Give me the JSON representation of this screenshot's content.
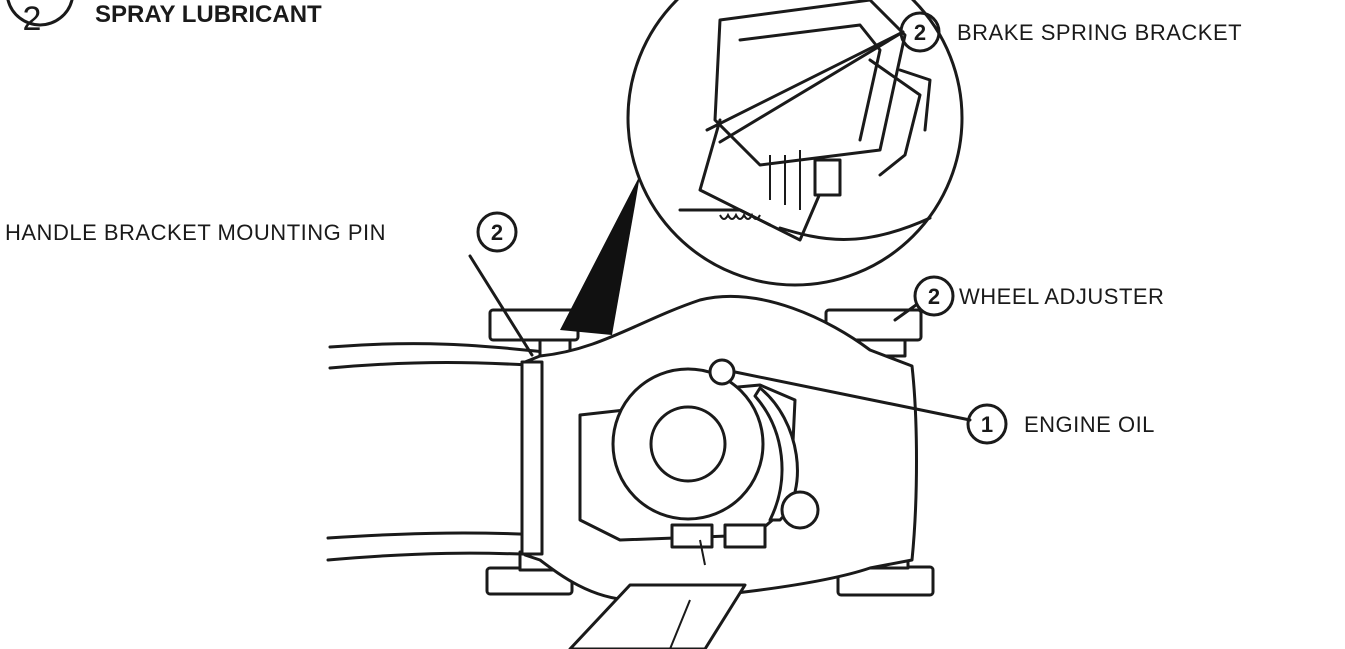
{
  "legend": {
    "number": "2",
    "text": "SPRAY LUBRICANT"
  },
  "callouts": {
    "brake_spring_bracket": {
      "number": "2",
      "label": "BRAKE SPRING BRACKET"
    },
    "handle_bracket_mounting_pin": {
      "number": "2",
      "label": "HANDLE BRACKET MOUNTING PIN"
    },
    "wheel_adjuster": {
      "number": "2",
      "label": "WHEEL ADJUSTER"
    },
    "engine_oil": {
      "number": "1",
      "label": "ENGINE OIL"
    }
  }
}
